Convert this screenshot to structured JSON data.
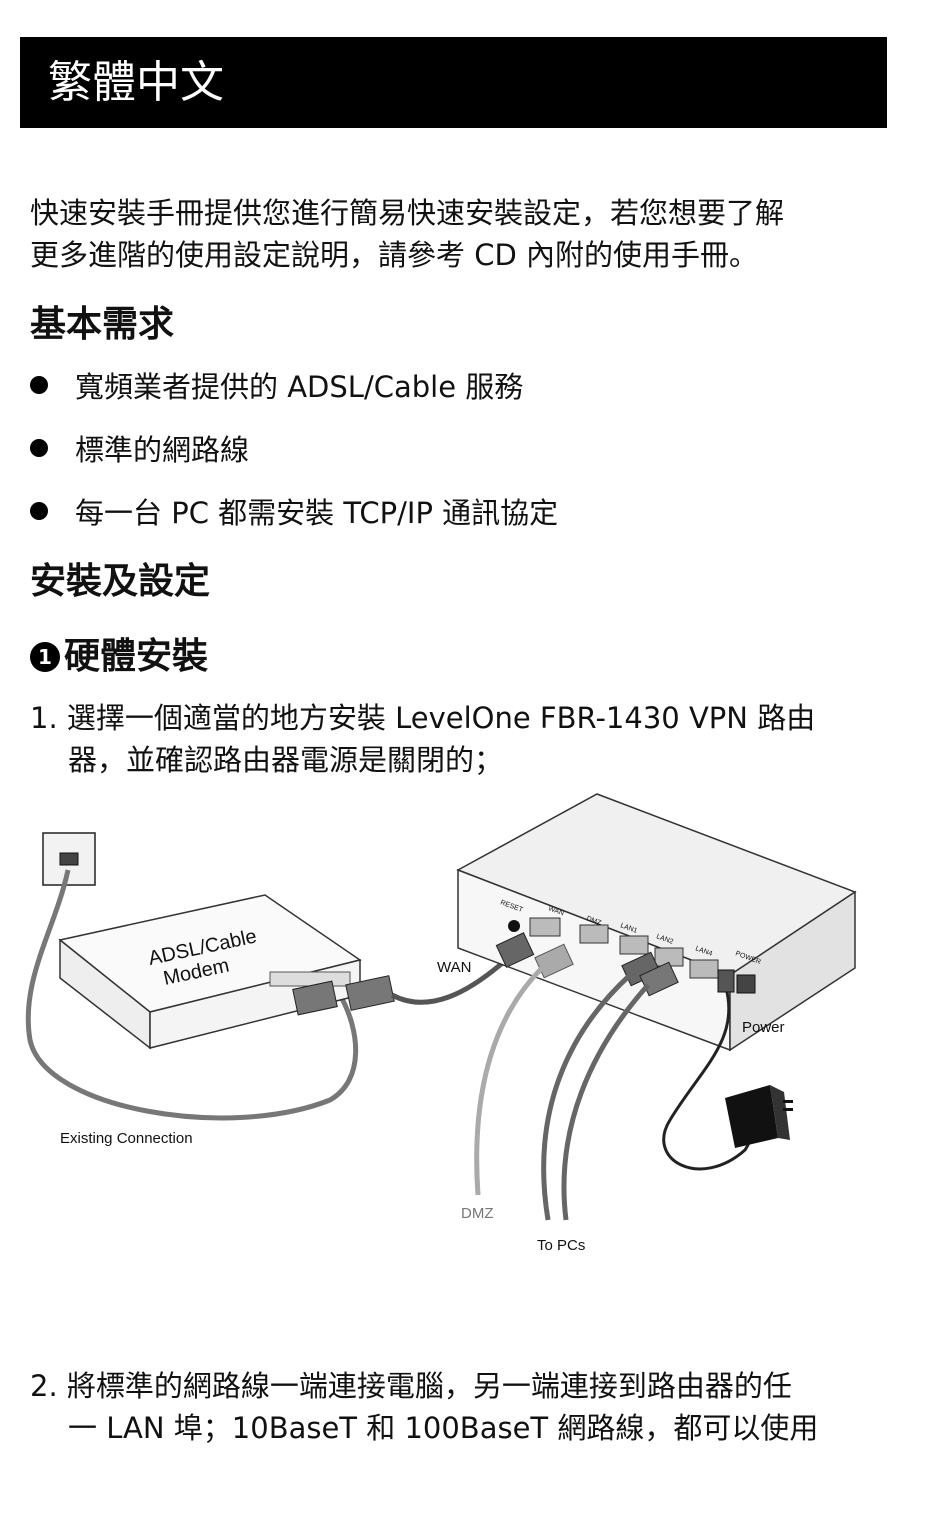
{
  "banner": {
    "title": "繁體中文"
  },
  "intro": {
    "line1": "快速安裝手冊提供您進行簡易快速安裝設定，若您想要了解",
    "line2": "更多進階的使用設定說明，請參考 CD 內附的使用手冊。"
  },
  "requirements": {
    "heading": "基本需求",
    "items": [
      "寬頻業者提供的 ADSL/Cable 服務",
      "標準的網路線",
      "每一台 PC 都需安裝 TCP/IP 通訊協定"
    ]
  },
  "install": {
    "heading": "安裝及設定",
    "hardware_number": "1",
    "hardware_heading": "硬體安裝",
    "step1": {
      "line1": "1. 選擇一個適當的地方安裝 LevelOne FBR-1430 VPN 路由",
      "line2": "器，並確認路由器電源是關閉的；"
    },
    "step2": {
      "line1": "2. 將標準的網路線一端連接電腦，另一端連接到路由器的任",
      "line2": "一 LAN 埠；10BaseT 和 100BaseT 網路線，都可以使用"
    }
  },
  "diagram": {
    "modem_label_1": "ADSL/Cable",
    "modem_label_2": "Modem",
    "wan_label": "WAN",
    "power_label": "Power",
    "existing_label": "Existing Connection",
    "dmz_label": "DMZ",
    "topcs_label": "To PCs",
    "port_reset": "RESET",
    "port_wan": "WAN",
    "port_dmz": "DMZ",
    "port_lan1": "LAN1",
    "port_lan2": "LAN2",
    "port_lan4": "LAN4",
    "port_power": "POWER"
  }
}
